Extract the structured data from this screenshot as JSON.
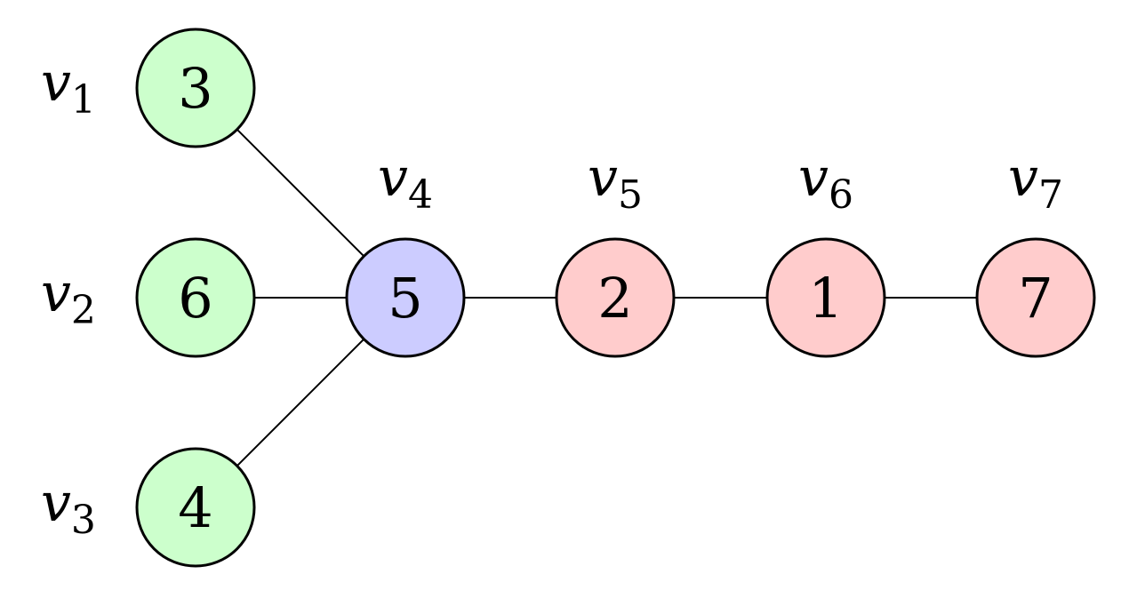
{
  "diagram": {
    "nodes": [
      {
        "id": "v1",
        "label_var": "v",
        "label_sub": "1",
        "value": "3",
        "fill": "#ccffcc"
      },
      {
        "id": "v2",
        "label_var": "v",
        "label_sub": "2",
        "value": "6",
        "fill": "#ccffcc"
      },
      {
        "id": "v3",
        "label_var": "v",
        "label_sub": "3",
        "value": "4",
        "fill": "#ccffcc"
      },
      {
        "id": "v4",
        "label_var": "v",
        "label_sub": "4",
        "value": "5",
        "fill": "#ccccff"
      },
      {
        "id": "v5",
        "label_var": "v",
        "label_sub": "5",
        "value": "2",
        "fill": "#ffcccc"
      },
      {
        "id": "v6",
        "label_var": "v",
        "label_sub": "6",
        "value": "1",
        "fill": "#ffcccc"
      },
      {
        "id": "v7",
        "label_var": "v",
        "label_sub": "7",
        "value": "7",
        "fill": "#ffcccc"
      }
    ],
    "edges": [
      [
        "v1",
        "v4"
      ],
      [
        "v2",
        "v4"
      ],
      [
        "v3",
        "v4"
      ],
      [
        "v4",
        "v5"
      ],
      [
        "v5",
        "v6"
      ],
      [
        "v6",
        "v7"
      ]
    ]
  }
}
